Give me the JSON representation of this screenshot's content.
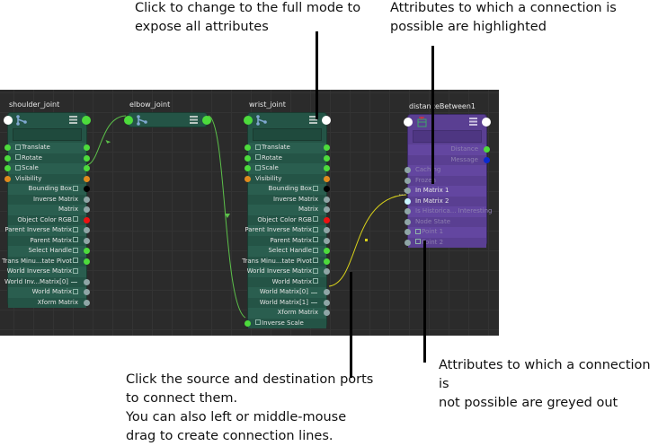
{
  "captions": {
    "full_mode": "Click to change to the full mode to\nexpose all attributes",
    "highlighted": "Attributes to which a connection is\npossible are highlighted",
    "connect": "Click the source and destination ports\nto connect them.\nYou can also left or middle-mouse\ndrag to create connection lines.",
    "greyed": "Attributes to which a connection is\nnot possible are greyed out"
  },
  "colors": {
    "port_green": "#4ddb3c",
    "port_orange": "#e08a1e",
    "port_black": "#000000",
    "port_grey": "#8fa6a6",
    "port_red": "#ee1111",
    "port_blue": "#0a2ad0",
    "port_white": "#ffffff",
    "port_cyan": "#c8f6ff",
    "wire_green": "#5cc04a",
    "wire_yellow": "#d9d21a"
  },
  "nodes": {
    "shoulder": {
      "title": "shoulder_joint",
      "rows": [
        {
          "label": "Translate",
          "side": "left",
          "expand": true,
          "in": "green",
          "out": "green"
        },
        {
          "label": "Rotate",
          "side": "left",
          "expand": true,
          "in": "green",
          "out": "green"
        },
        {
          "label": "Scale",
          "side": "left",
          "expand": true,
          "in": "green",
          "out": "green"
        },
        {
          "label": "Visibility",
          "side": "left",
          "expand": false,
          "in": "orange",
          "out": "orange"
        },
        {
          "label": "Bounding Box",
          "side": "right",
          "collapse": true,
          "out": "black"
        },
        {
          "label": "Inverse Matrix",
          "side": "right",
          "out": "grey"
        },
        {
          "label": "Matrix",
          "side": "right",
          "out": "grey"
        },
        {
          "label": "Object Color RGB",
          "side": "right",
          "collapse": true,
          "out": "red"
        },
        {
          "label": "Parent Inverse Matrix",
          "side": "right",
          "collapse": true,
          "out": "grey"
        },
        {
          "label": "Parent Matrix",
          "side": "right",
          "collapse": true,
          "out": "grey"
        },
        {
          "label": "Select Handle",
          "side": "right",
          "collapse": true,
          "out": "green"
        },
        {
          "label": "Trans Minu...tate Pivot",
          "side": "right",
          "collapse": true,
          "out": "green"
        },
        {
          "label": "World Inverse Matrix",
          "side": "right",
          "collapse": true,
          "out": null
        },
        {
          "label": "World Inv...Matrix[0]",
          "side": "right",
          "out": "grey",
          "branch": true
        },
        {
          "label": "World Matrix",
          "side": "right",
          "collapse": true,
          "out": "grey"
        },
        {
          "label": "Xform Matrix",
          "side": "right",
          "out": "grey"
        }
      ]
    },
    "elbow": {
      "title": "elbow_joint"
    },
    "wrist": {
      "title": "wrist_joint",
      "rows": [
        {
          "label": "Translate",
          "side": "left",
          "expand": true,
          "in": "green",
          "out": "green"
        },
        {
          "label": "Rotate",
          "side": "left",
          "expand": true,
          "in": "green",
          "out": "green"
        },
        {
          "label": "Scale",
          "side": "left",
          "expand": true,
          "in": "green",
          "out": "green"
        },
        {
          "label": "Visibility",
          "side": "left",
          "in": "orange",
          "out": "orange"
        },
        {
          "label": "Bounding Box",
          "side": "right",
          "collapse": true,
          "out": "black"
        },
        {
          "label": "Inverse Matrix",
          "side": "right",
          "out": "grey"
        },
        {
          "label": "Matrix",
          "side": "right",
          "out": "grey"
        },
        {
          "label": "Object Color RGB",
          "side": "right",
          "collapse": true,
          "out": "red"
        },
        {
          "label": "Parent Inverse Matrix",
          "side": "right",
          "collapse": true,
          "out": "grey"
        },
        {
          "label": "Parent Matrix",
          "side": "right",
          "collapse": true,
          "out": "grey"
        },
        {
          "label": "Select Handle",
          "side": "right",
          "collapse": true,
          "out": "green"
        },
        {
          "label": "Trans Minu...tate Pivot",
          "side": "right",
          "collapse": true,
          "out": "green"
        },
        {
          "label": "World Inverse Matrix",
          "side": "right",
          "collapse": true,
          "out": "grey"
        },
        {
          "label": "World Matrix",
          "side": "right",
          "collapse": true,
          "out": null
        },
        {
          "label": "World Matrix[0]",
          "side": "right",
          "out": "grey",
          "branch": true
        },
        {
          "label": "World Matrix[1]",
          "side": "right",
          "out": "grey",
          "branch": true
        },
        {
          "label": "Xform Matrix",
          "side": "right",
          "out": "grey"
        },
        {
          "label": "Inverse Scale",
          "side": "left",
          "expand": true,
          "in": "green"
        }
      ]
    },
    "distance": {
      "title": "distanceBetween1",
      "rows": [
        {
          "label": "Distance",
          "side": "right",
          "grey": true,
          "out": "green"
        },
        {
          "label": "Message",
          "side": "right",
          "grey": true,
          "out": "blue"
        },
        {
          "label": "Caching",
          "side": "left",
          "grey": true,
          "in": "grey"
        },
        {
          "label": "Frozen",
          "side": "left",
          "grey": true,
          "in": "grey"
        },
        {
          "label": "In Matrix 1",
          "side": "left",
          "in": "grey"
        },
        {
          "label": "In Matrix 2",
          "side": "left",
          "in": "cyan"
        },
        {
          "label": "Is Historica... Interesting",
          "side": "left",
          "grey": true,
          "in": "grey"
        },
        {
          "label": "Node State",
          "side": "left",
          "grey": true,
          "in": "grey"
        },
        {
          "label": "Point 1",
          "side": "left",
          "grey": true,
          "expand": true,
          "in": "grey"
        },
        {
          "label": "Point 2",
          "side": "left",
          "grey": true,
          "expand": true,
          "in": "grey"
        }
      ]
    }
  }
}
